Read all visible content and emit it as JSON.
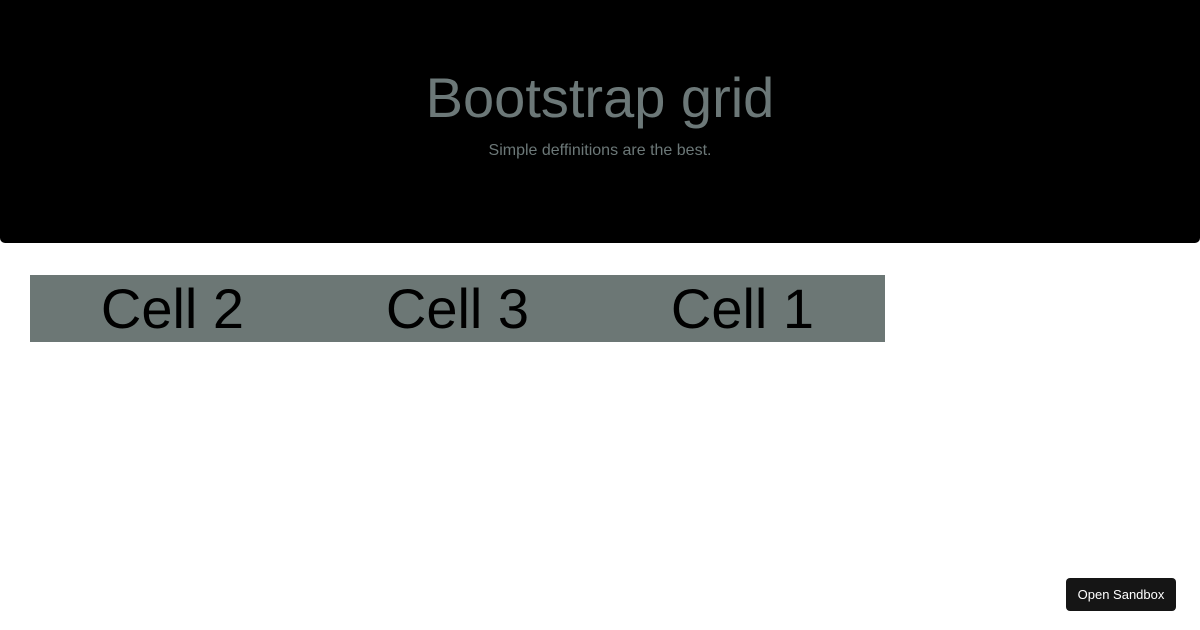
{
  "header": {
    "title": "Bootstrap grid",
    "subtitle": "Simple deffinitions are the best."
  },
  "grid": {
    "cells": [
      "Cell 2",
      "Cell 3",
      "Cell 1"
    ]
  },
  "sandbox_button": {
    "label": "Open Sandbox"
  },
  "colors": {
    "header_bg": "#000000",
    "header_text": "#6c7878",
    "grid_bg": "#6c7775",
    "button_bg": "#151515"
  }
}
